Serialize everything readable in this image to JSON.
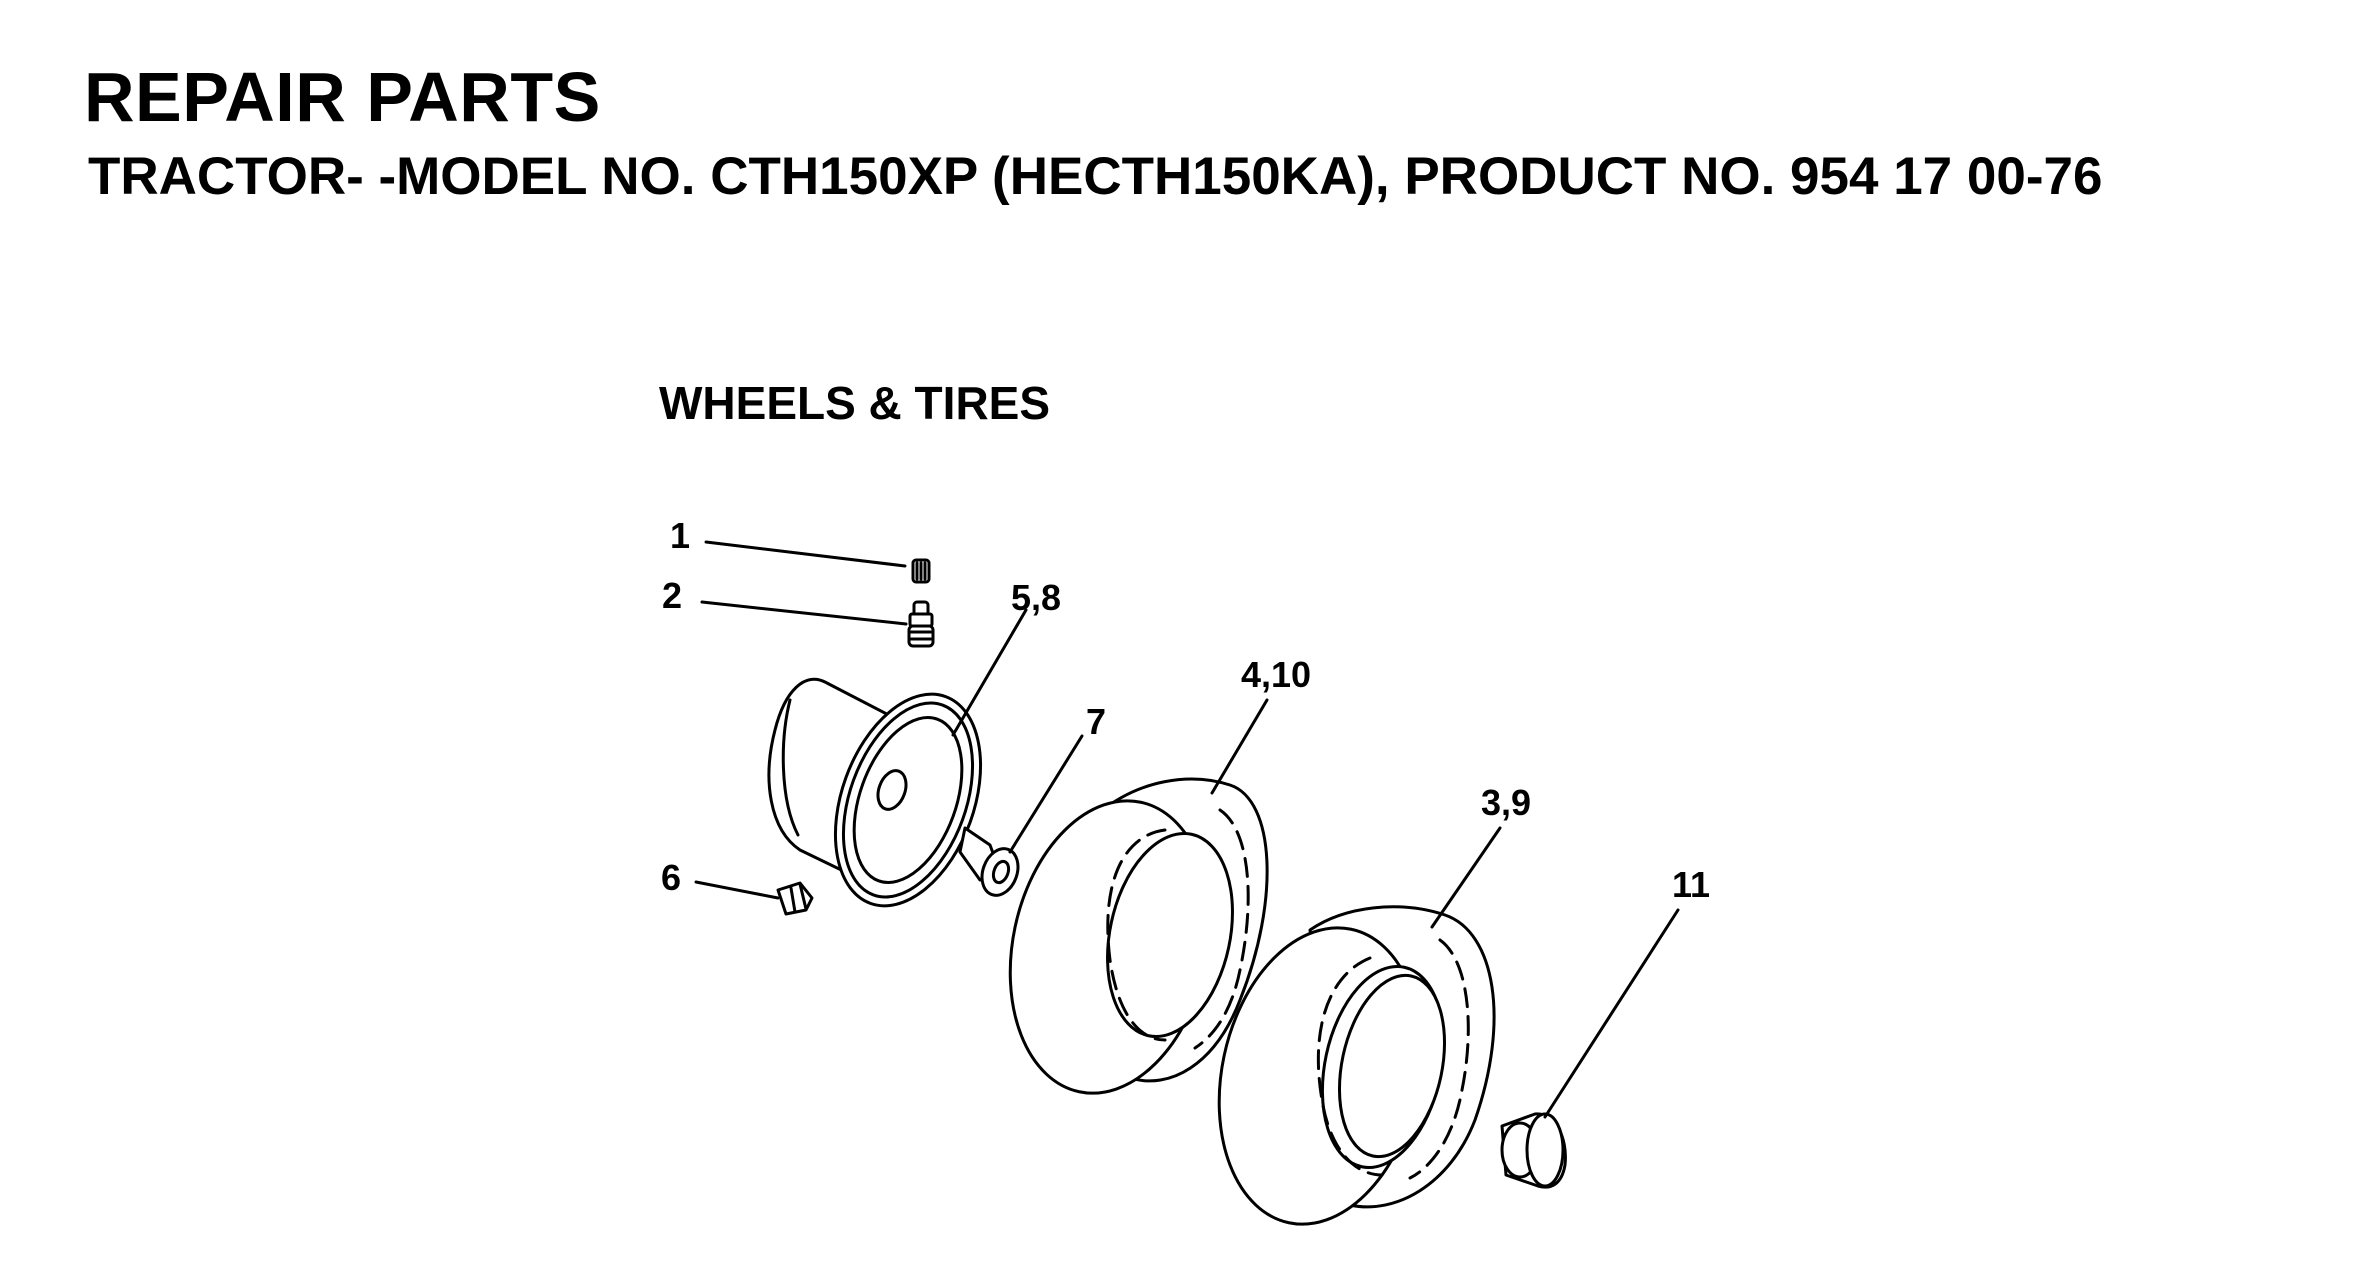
{
  "header": {
    "title": "REPAIR PARTS",
    "subtitle": "TRACTOR- -MODEL NO. CTH150XP (HECTH150KA), PRODUCT NO. 954 17 00-76"
  },
  "diagram": {
    "section_title": "WHEELS & TIRES",
    "callouts": {
      "c1": "1",
      "c2": "2",
      "c58": "5,8",
      "c410": "4,10",
      "c7": "7",
      "c39": "3,9",
      "c6": "6",
      "c11": "11"
    },
    "colors": {
      "line": "#000000",
      "background": "#ffffff"
    }
  }
}
